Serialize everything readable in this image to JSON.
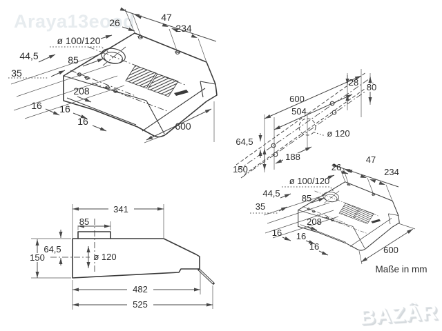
{
  "colors": {
    "line": "#3a3a3a",
    "dim": "#474747",
    "watermark": "#e7ecef",
    "logo": "#ffffff",
    "logo_shadow": "#d7dcdf"
  },
  "watermark": {
    "text": "Araya13eood"
  },
  "logo": {
    "text": "BAZÂR"
  },
  "note": {
    "text": "Maße in mm"
  },
  "perspective_large": {
    "labels": {
      "w26": "26",
      "w47": "47",
      "w234": "234",
      "vent": "ø 100/120",
      "d44_5": "44,5",
      "d85": "85",
      "d35": "35",
      "d208": "208",
      "d16a": "16",
      "d16b": "16",
      "d16c": "16",
      "w600": "600"
    }
  },
  "mounting": {
    "labels": {
      "w600": "600",
      "w504": "504",
      "d28": "28",
      "d80": "80",
      "vent": "ø 120",
      "d64_5": "64,5",
      "d188": "188",
      "d150": "150"
    }
  },
  "side": {
    "labels": {
      "w341": "341",
      "d85": "85",
      "d64_5": "64,5",
      "d150": "150",
      "vent": "ø 120",
      "w482": "482",
      "w525": "525"
    }
  },
  "perspective_small": {
    "labels": {
      "w26": "26",
      "w47": "47",
      "w234": "234",
      "vent": "ø 100/120",
      "d44_5": "44,5",
      "d85": "85",
      "d35": "35",
      "d208": "208",
      "d16a": "16",
      "d16b": "16",
      "d16c": "16",
      "w600": "600"
    }
  }
}
